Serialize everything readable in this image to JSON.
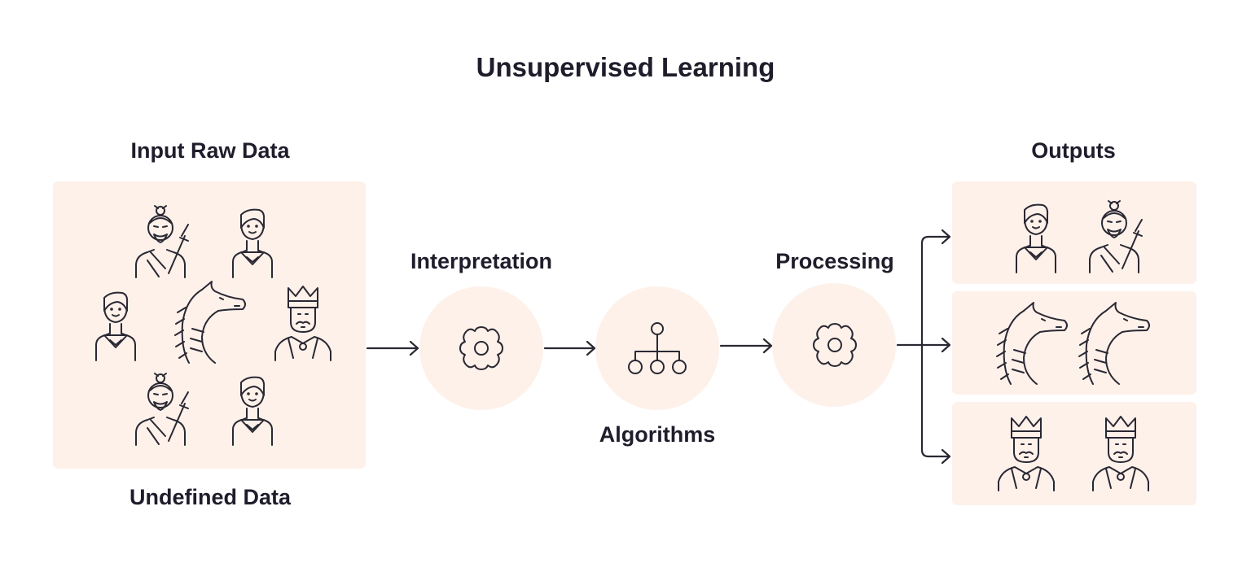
{
  "title": "Unsupervised Learning",
  "labels": {
    "input": "Input Raw Data",
    "undefined": "Undefined Data",
    "interpretation": "Interpretation",
    "algorithms": "Algorithms",
    "processing": "Processing",
    "outputs": "Outputs"
  },
  "colors": {
    "panel": "#fdf1ea",
    "stroke": "#2a2833",
    "text": "#1f1d2b"
  },
  "nodes": [
    {
      "id": "input",
      "icons": [
        "samurai-icon",
        "hero-icon",
        "hero-icon",
        "dragon-icon",
        "king-icon",
        "samurai-icon",
        "hero-icon"
      ]
    },
    {
      "id": "interpretation",
      "icon": "gear-icon"
    },
    {
      "id": "algorithms",
      "icon": "hierarchy-icon"
    },
    {
      "id": "processing",
      "icon": "gear-icon"
    },
    {
      "id": "output-group-1",
      "icons": [
        "hero-icon",
        "samurai-icon"
      ]
    },
    {
      "id": "output-group-2",
      "icons": [
        "dragon-icon",
        "dragon-icon"
      ]
    },
    {
      "id": "output-group-3",
      "icons": [
        "king-icon",
        "king-icon"
      ]
    }
  ]
}
